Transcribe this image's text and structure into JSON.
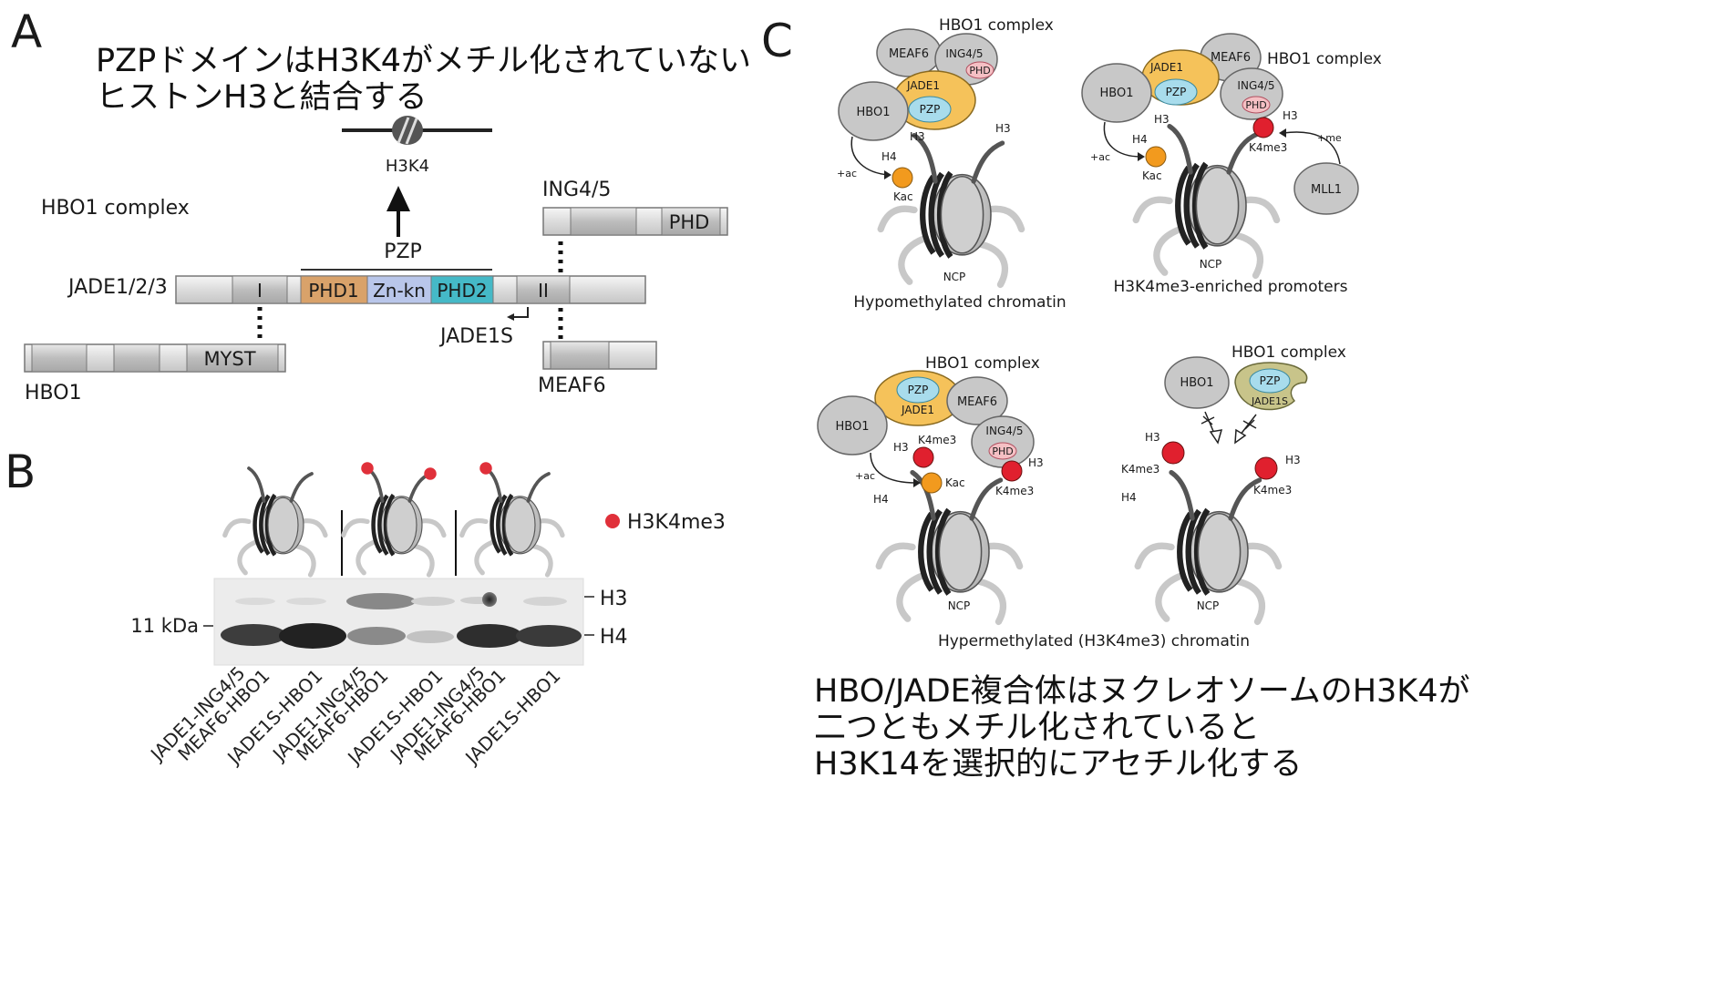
{
  "panel_a": {
    "letter": "A",
    "caption_line1": "PZPドメインはH3K4がメチル化されていない",
    "caption_line2": "ヒストンH3と結合する",
    "h3k4_label": "H3K4",
    "complex_label": "HBO1 complex",
    "pzp_label": "PZP",
    "jade_label": "JADE1/2/3",
    "jade_domains": [
      "I",
      "PHD1",
      "Zn-kn",
      "PHD2",
      "II"
    ],
    "jade1s_label": "JADE1S",
    "ing_label": "ING4/5",
    "ing_domain": "PHD",
    "hbo1_label": "HBO1",
    "hbo1_domain": "MYST",
    "meaf6_label": "MEAF6",
    "colors": {
      "phd1": "#d9a26a",
      "zn_kn": "#b9c6ea",
      "phd2": "#45b9c7",
      "bar": "#dcdcdc"
    }
  },
  "panel_b": {
    "letter": "B",
    "legend": "H3K4me3",
    "mw_marker": "11 kDa",
    "band_h3": "H3",
    "band_h4": "H4",
    "lanes": [
      "JADE1-ING4/5",
      "MEAF6-HBO1",
      "JADE1S-HBO1",
      "JADE1-ING4/5",
      "MEAF6-HBO1",
      "JADE1S-HBO1",
      "JADE1-ING4/5",
      "MEAF6-HBO1",
      "JADE1S-HBO1"
    ],
    "mark_color": "#e0303a"
  },
  "panel_c": {
    "letter": "C",
    "complex": "HBO1 complex",
    "labels": {
      "meaf6": "MEAF6",
      "ing": "ING4/5",
      "phd": "PHD",
      "jade1": "JADE1",
      "pzp": "PZP",
      "hbo1": "HBO1",
      "h3": "H3",
      "h4": "H4",
      "kac": "Kac",
      "ac": "+ac",
      "me": "+me",
      "k4me3": "K4me3",
      "mll1": "MLL1",
      "ncp": "NCP",
      "jade1s": "JADE1S"
    },
    "sub_titles": {
      "tl": "Hypomethylated chromatin",
      "tr": "H3K4me3-enriched promoters",
      "bottom": "Hypermethylated (H3K4me3) chromatin"
    },
    "caption_line1": "HBO/JADE複合体はヌクレオソームのH3K4が",
    "caption_line2": "二つともメチル化されていると",
    "caption_line3": "H3K14を選択的にアセチル化する",
    "colors": {
      "jade": "#f5c25a",
      "pzp": "#a8dcec",
      "phd": "#f5c0c4",
      "kac": "#f29a1e",
      "me": "#e0202e",
      "jade1s": "#c8c48a"
    }
  }
}
